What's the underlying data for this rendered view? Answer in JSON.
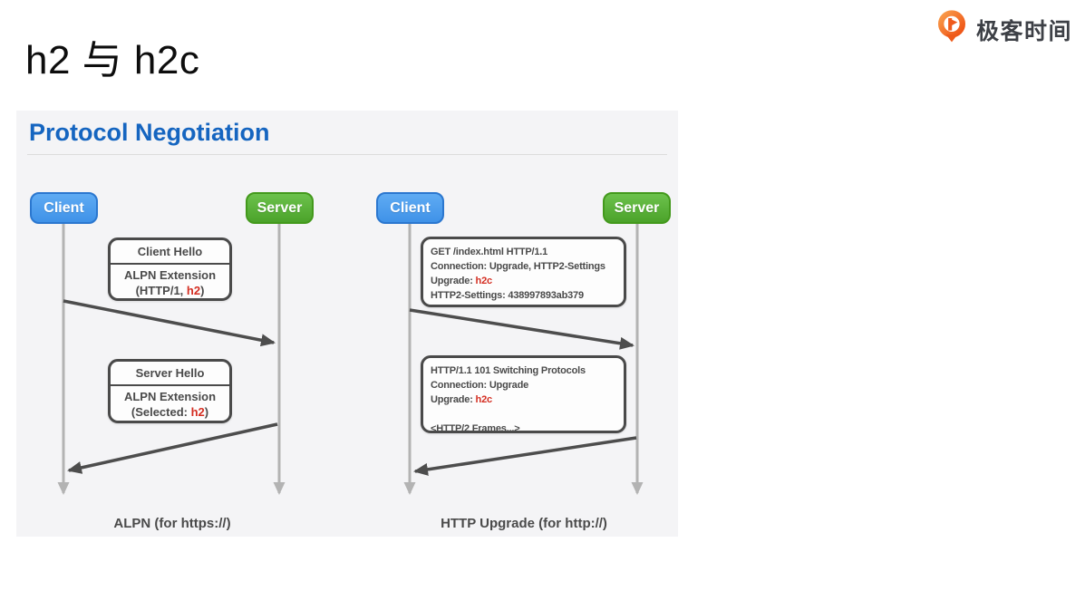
{
  "slide": {
    "title": "h2 与 h2c"
  },
  "logo": {
    "brand": "极客时间"
  },
  "panel": {
    "heading": "Protocol Negotiation"
  },
  "colors": {
    "heading_blue": "#1565c0",
    "client_blue": "#4d9ff0",
    "client_border": "#2b77cf",
    "server_green": "#5cb83e",
    "server_border": "#43991c",
    "highlight_red": "#d42e22",
    "arrow_dark": "#4d4d4d",
    "lifeline_gray": "#b3b3b3",
    "logo_orange": "#f05a1e",
    "panel_background": "#f4f4f6"
  },
  "alpn": {
    "client": "Client",
    "server": "Server",
    "request": {
      "title": "Client Hello",
      "line1": "ALPN Extension",
      "line2_pre": "(HTTP/1, ",
      "line2_red": "h2",
      "line2_post": ")"
    },
    "response": {
      "title": "Server Hello",
      "line1": "ALPN Extension",
      "line2_pre": "(Selected: ",
      "line2_red": "h2",
      "line2_post": ")"
    },
    "caption": "ALPN (for https://)"
  },
  "upgrade": {
    "client": "Client",
    "server": "Server",
    "request": {
      "line1": "GET /index.html HTTP/1.1",
      "line2": "Connection: Upgrade, HTTP2-Settings",
      "line3_pre": "Upgrade: ",
      "line3_red": "h2c",
      "line4": "HTTP2-Settings: 438997893ab379"
    },
    "response": {
      "line1": "HTTP/1.1 101 Switching Protocols",
      "line2": "Connection: Upgrade",
      "line3_pre": "Upgrade: ",
      "line3_red": "h2c",
      "line4": "<HTTP/2 Frames...>"
    },
    "caption": "HTTP Upgrade (for http://)"
  }
}
